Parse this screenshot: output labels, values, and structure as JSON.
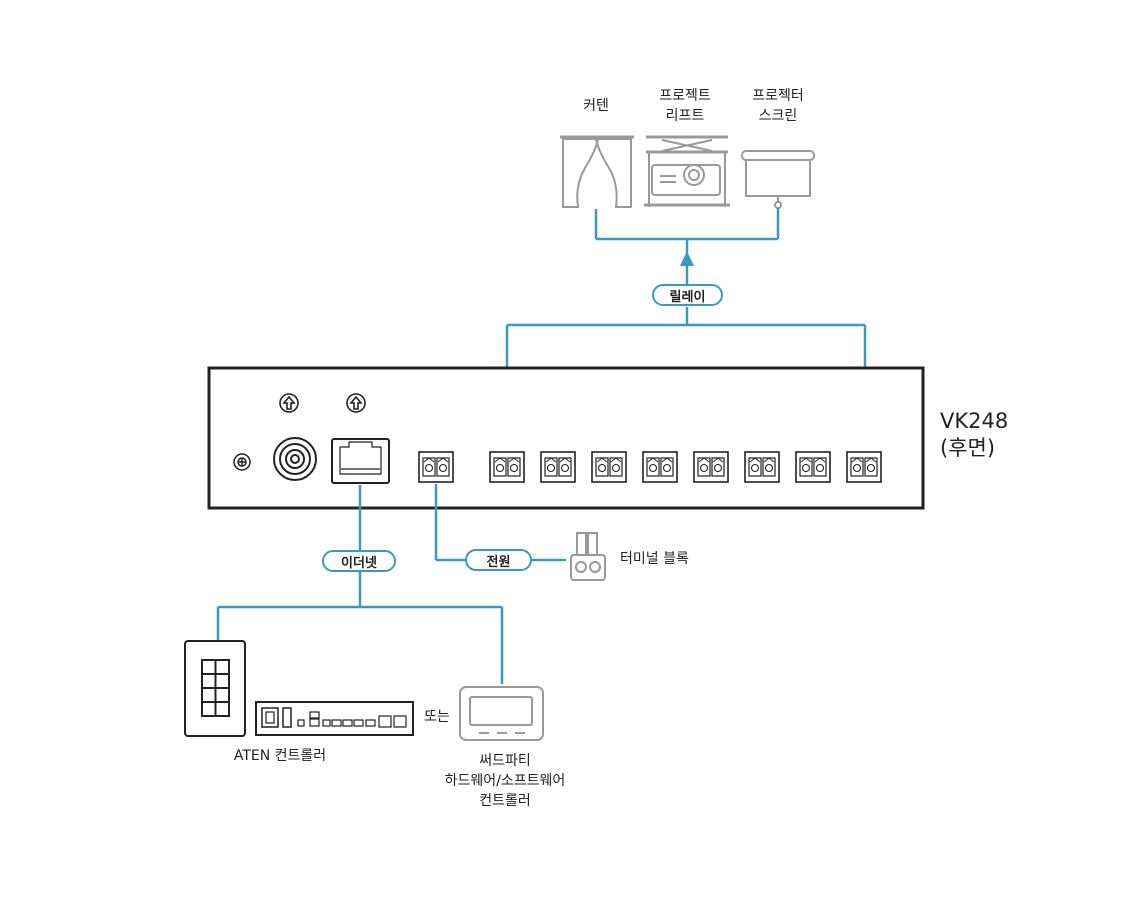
{
  "devices_top": {
    "curtain": "커텐",
    "lift_line1": "프로젝트",
    "lift_line2": "리프트",
    "screen_line1": "프로젝터",
    "screen_line2": "스크린"
  },
  "connections": {
    "relay": "릴레이",
    "ethernet": "이더넷",
    "power": "전원"
  },
  "device": {
    "model": "VK248",
    "side": "(후면)"
  },
  "terminal_block": "터미널 블록",
  "or_text": "또는",
  "aten_controller": "ATEN 컨트롤러",
  "third_party": {
    "line1": "써드파티",
    "line2": "하드웨어/소프트웨어",
    "line3": "컨트롤러"
  },
  "colors": {
    "line": "#3c9ab9",
    "device_border": "#222222",
    "icon_gray": "#999999"
  }
}
